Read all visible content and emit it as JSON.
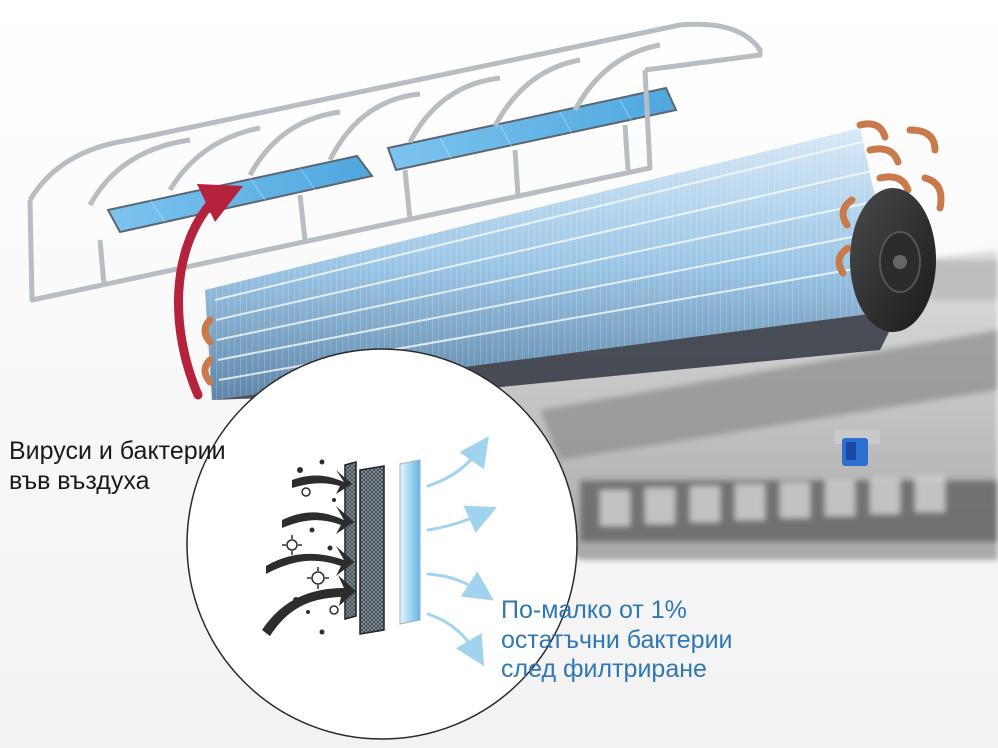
{
  "captions": {
    "incoming": {
      "line1": "Вируси и бактерии",
      "line2": "във въздуха"
    },
    "outgoing": {
      "line1": "По-малко от 1%",
      "line2": "остатъчни бактерии",
      "line3": "след филтриране"
    }
  },
  "colors": {
    "arrow_up": "#b4233b",
    "caption_outgoing": "#2f78b5",
    "caption_incoming": "#1a1a1a",
    "filter_blue": "#5fb6e8",
    "copper": "#c87a4a",
    "airflow_arrows": "#9fd3ee"
  },
  "icons": [
    "particle-arrow-icon",
    "virus-icon",
    "clean-air-arrow-icon"
  ]
}
